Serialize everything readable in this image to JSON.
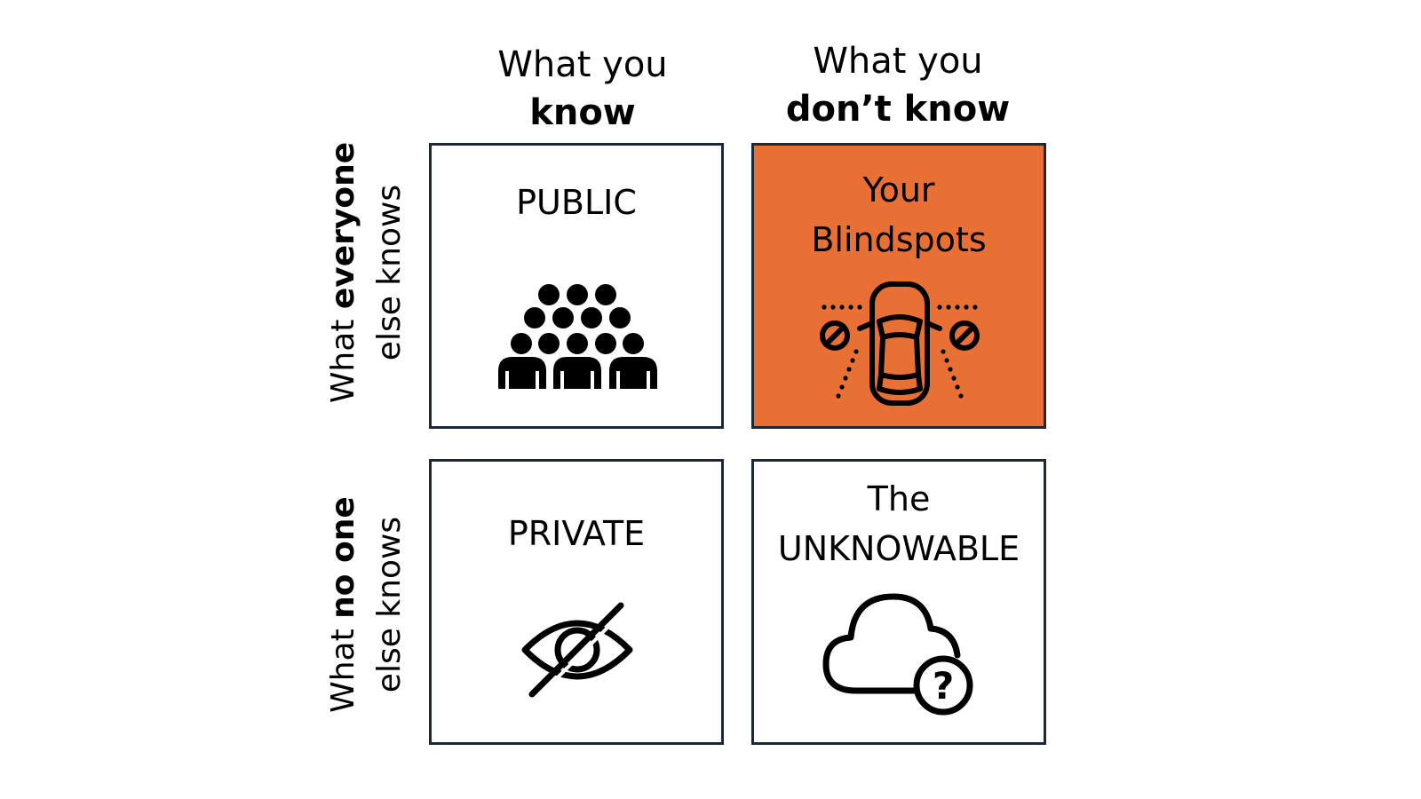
{
  "columns": {
    "know": {
      "line1": "What you",
      "line2": "know"
    },
    "dont_know": {
      "line1": "What you",
      "line2": "don’t know"
    }
  },
  "rows": {
    "everyone": {
      "prefix": "What ",
      "emphasis": "everyone",
      "line2": "else knows"
    },
    "no_one": {
      "prefix": "What ",
      "emphasis": "no one",
      "line2": "else knows"
    }
  },
  "quadrants": {
    "public": {
      "label": "PUBLIC",
      "icon": "audience-icon",
      "fill": "#ffffff"
    },
    "blindspots": {
      "line1": "Your",
      "line2": "Blindspots",
      "icon": "car-blindspot-icon",
      "fill": "#e87035"
    },
    "private": {
      "label": "PRIVATE",
      "icon": "eye-slash-icon",
      "fill": "#ffffff"
    },
    "unknowable": {
      "line1": "The",
      "line2": "UNKNOWABLE",
      "icon": "cloud-question-icon",
      "fill": "#ffffff"
    }
  },
  "colors": {
    "border": "#1c2836",
    "accent": "#e87035"
  }
}
